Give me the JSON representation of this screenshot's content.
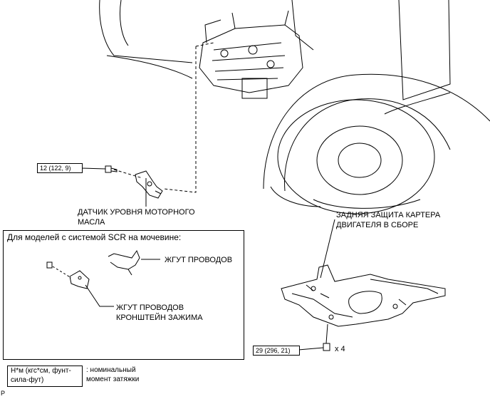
{
  "torque_specs": {
    "sensor_bolt": "12 (122, 9)",
    "skid_plate_bolts": "29 (296, 21)",
    "skid_plate_bolt_count": "x 4"
  },
  "labels": {
    "oil_level_sensor": [
      "ДАТЧИК УРОВНЯ МОТОРНОГО",
      "МАСЛА"
    ],
    "skid_plate": [
      "ЗАДНЯЯ ЗАЩИТА КАРТЕРА",
      "ДВИГАТЕЛЯ В СБОРЕ"
    ]
  },
  "inset": {
    "title": "Для моделей с системой SCR на мочевине:",
    "wire_harness": "ЖГУТ ПРОВОДОВ",
    "clamp_bracket": [
      "ЖГУТ ПРОВОДОВ",
      "КРОНШТЕЙН ЗАЖИМА"
    ]
  },
  "legend": {
    "unit": [
      "Н*м (кгс*см, фунт-",
      "сила-фут)"
    ],
    "description": [
      ": номинальный",
      "момент затяжки"
    ]
  },
  "corner_mark": "P"
}
